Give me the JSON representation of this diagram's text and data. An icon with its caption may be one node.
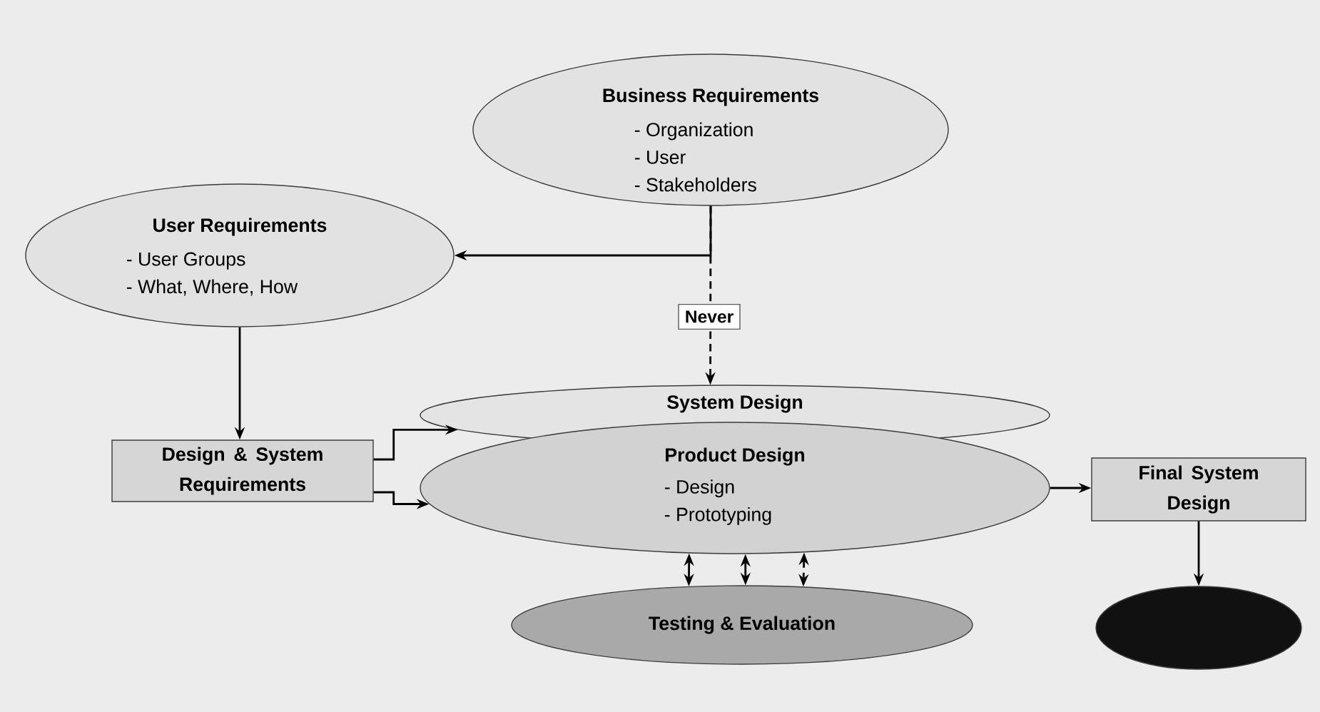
{
  "diagram": {
    "nodes": [
      {
        "text": [
          "Business Requirements",
          "- Organization",
          "- User",
          "- Stakeholders"
        ]
      },
      {
        "text": [
          "User Requirements",
          "- User Groups",
          "- What, Where, How"
        ]
      },
      {
        "text": [
          "Design & System Requirements"
        ]
      },
      {
        "text": [
          "System Design"
        ]
      },
      {
        "text": [
          "Product Design",
          "- Design",
          "- Prototyping"
        ]
      },
      {
        "text": [
          "Final System Design"
        ]
      },
      {
        "text": [
          "Testing & Evaluation"
        ]
      },
      {
        "text": [],
        "shape": "ellipse"
      }
    ],
    "edges": [
      {
        "from": 0,
        "to": 1,
        "arrow": "to"
      },
      {
        "from": 0,
        "to": 3,
        "arrow": "to",
        "label": "Never",
        "style": "dashed"
      },
      {
        "from": 1,
        "to": 2,
        "arrow": "to"
      },
      {
        "from": 2,
        "to": 3,
        "arrow": "to"
      },
      {
        "from": 2,
        "to": 4,
        "arrow": "to"
      },
      {
        "from": 4,
        "to": 5,
        "arrow": "to"
      },
      {
        "from": 4,
        "to": 6,
        "arrow": "both"
      },
      {
        "from": 4,
        "to": 6,
        "arrow": "both"
      },
      {
        "from": 4,
        "to": 6,
        "arrow": "both",
        "style": "dashed"
      },
      {
        "from": 5,
        "to": 7,
        "arrow": "to"
      }
    ]
  }
}
